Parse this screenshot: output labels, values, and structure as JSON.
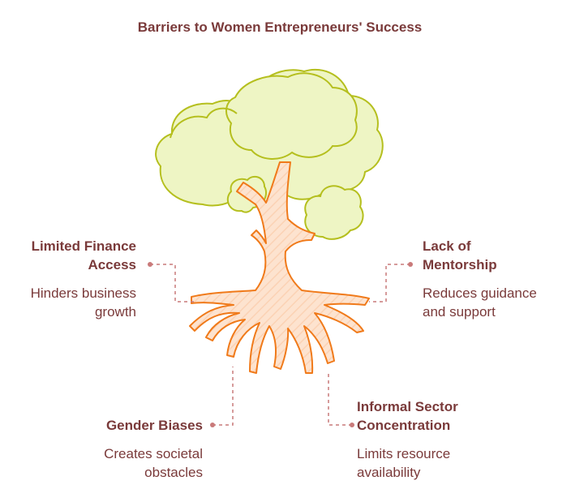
{
  "title": "Barriers to Women Entrepreneurs' Success",
  "colors": {
    "text": "#7a3a3a",
    "foliage_fill": "#eef5c4",
    "foliage_stroke": "#b5bf1e",
    "trunk_fill": "#fde3cf",
    "trunk_stroke": "#f07a1a",
    "connector": "#c97a7a"
  },
  "barriers": {
    "finance": {
      "label_line1": "Limited Finance",
      "label_line2": "Access",
      "desc_line1": "Hinders business",
      "desc_line2": "growth"
    },
    "mentorship": {
      "label_line1": "Lack of",
      "label_line2": "Mentorship",
      "desc_line1": "Reduces guidance",
      "desc_line2": "and support"
    },
    "gender": {
      "label_line1": "Gender Biases",
      "desc_line1": "Creates societal",
      "desc_line2": "obstacles"
    },
    "informal": {
      "label_line1": "Informal Sector",
      "label_line2": "Concentration",
      "desc_line1": "Limits resource",
      "desc_line2": "availability"
    }
  }
}
